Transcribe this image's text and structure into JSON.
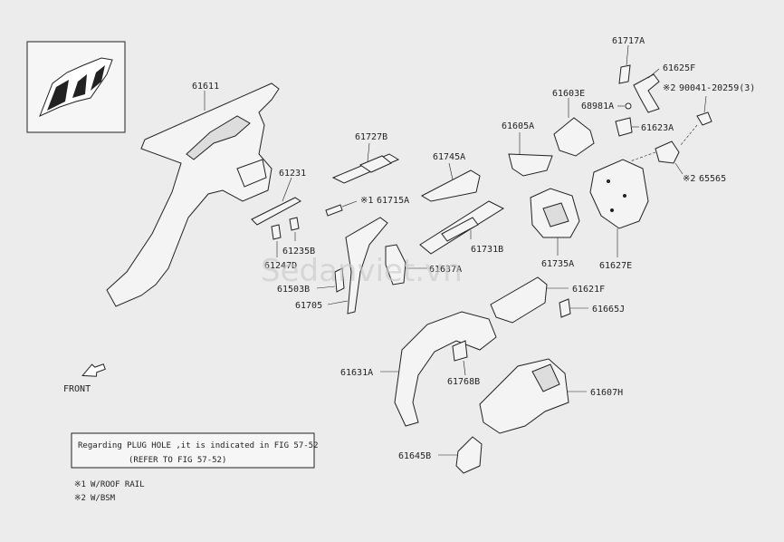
{
  "parts": [
    {
      "id": "61611",
      "label": "61611"
    },
    {
      "id": "61231",
      "label": "61231"
    },
    {
      "id": "61235B",
      "label": "61235B"
    },
    {
      "id": "61247D",
      "label": "61247D"
    },
    {
      "id": "61503B",
      "label": "61503B"
    },
    {
      "id": "61705",
      "label": "61705"
    },
    {
      "id": "61727B",
      "label": "61727B"
    },
    {
      "id": "61715A",
      "label": "61715A"
    },
    {
      "id": "61745A",
      "label": "61745A"
    },
    {
      "id": "61731B",
      "label": "61731B"
    },
    {
      "id": "61637A",
      "label": "61637A"
    },
    {
      "id": "61605A",
      "label": "61605A"
    },
    {
      "id": "61603E",
      "label": "61603E"
    },
    {
      "id": "61717A",
      "label": "61717A"
    },
    {
      "id": "61625F",
      "label": "61625F"
    },
    {
      "id": "68981A",
      "label": "68981A"
    },
    {
      "id": "61623A",
      "label": "61623A"
    },
    {
      "id": "90041-20259",
      "label": "90041-20259(3)"
    },
    {
      "id": "65565",
      "label": "65565"
    },
    {
      "id": "61735A",
      "label": "61735A"
    },
    {
      "id": "61627E",
      "label": "61627E"
    },
    {
      "id": "61621F",
      "label": "61621F"
    },
    {
      "id": "61665J",
      "label": "61665J"
    },
    {
      "id": "61631A",
      "label": "61631A"
    },
    {
      "id": "61768B",
      "label": "61768B"
    },
    {
      "id": "61607H",
      "label": "61607H"
    },
    {
      "id": "61645B",
      "label": "61645B"
    }
  ],
  "markers": {
    "m1": "※1",
    "m2": "※2"
  },
  "front_label": "FRONT",
  "note": {
    "line1": "Regarding PLUG HOLE ,it is indicated in FIG 57-52",
    "line2": "(REFER TO FIG 57-52)"
  },
  "legend": [
    {
      "mark": "※1",
      "text": "W/ROOF RAIL"
    },
    {
      "mark": "※2",
      "text": "W/BSM"
    }
  ],
  "watermark": "Sedanviet.vn"
}
